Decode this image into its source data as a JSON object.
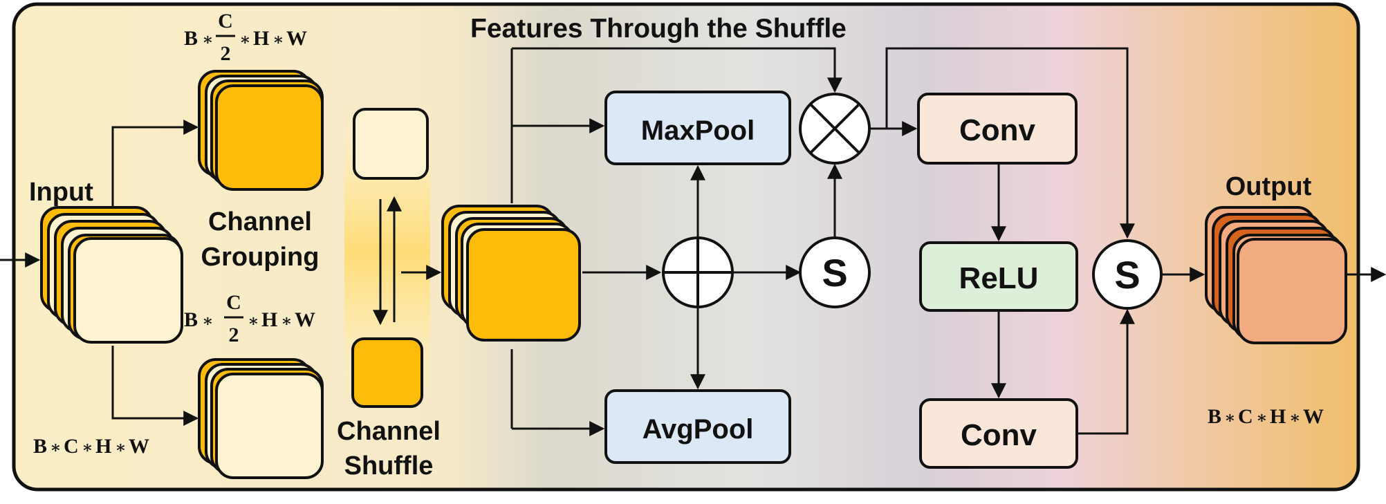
{
  "title": "Features Through the Shuffle",
  "labels": {
    "input": "Input",
    "output": "Output",
    "channel_grouping": [
      "Channel",
      "Grouping"
    ],
    "channel_shuffle": [
      "Channel",
      "Shuffle"
    ]
  },
  "math": {
    "b": "B",
    "c": "C",
    "h": "H",
    "w": "W",
    "two": "2",
    "op": "∗"
  },
  "boxes": {
    "maxpool": "MaxPool",
    "avgpool": "AvgPool",
    "conv_top": "Conv",
    "relu": "ReLU",
    "conv_bottom": "Conv"
  },
  "ops": {
    "sigmoid1": "S",
    "sigmoid2": "S"
  },
  "colors": {
    "orange": "#FDBC09",
    "cream": "#FEF3D0",
    "pool_fill": "#DCE8F5",
    "conv_fill": "#FBE6DA",
    "relu_fill": "#DDEFD8",
    "output_fill": "#F2AB80",
    "output_layer": "#D6641F"
  }
}
